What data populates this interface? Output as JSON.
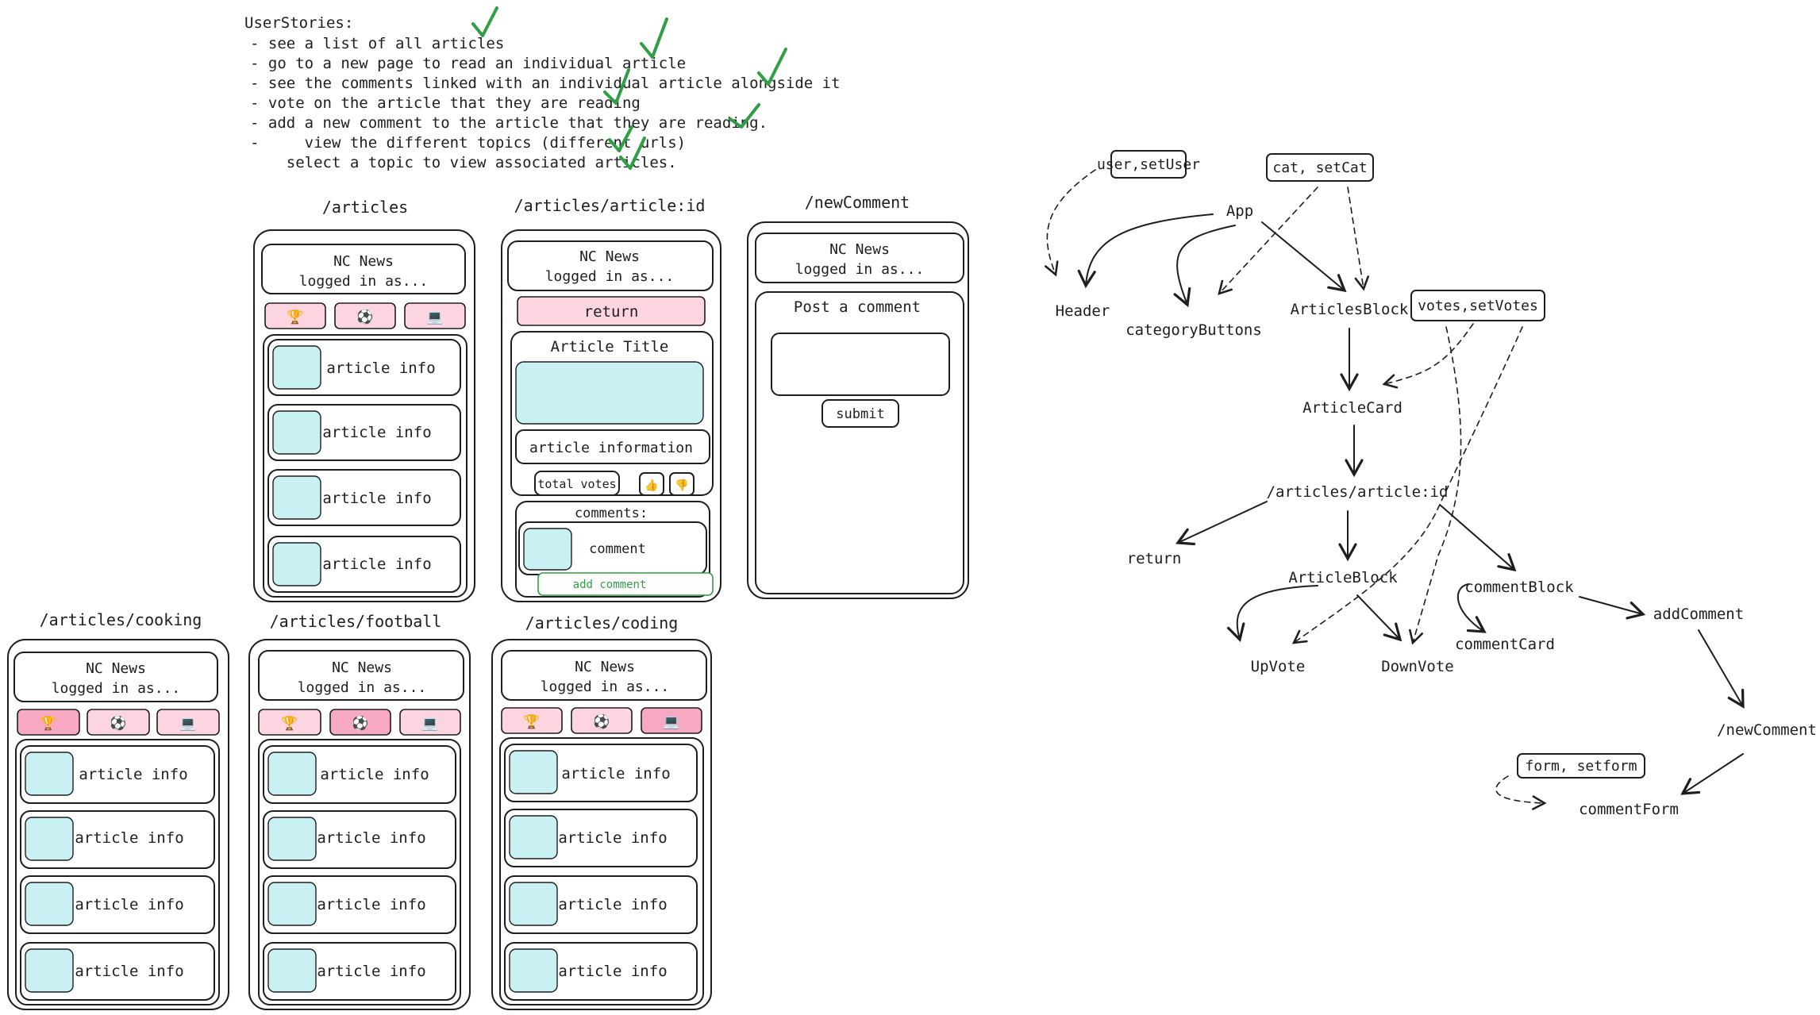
{
  "user_stories": {
    "title": "UserStories:",
    "items": [
      "- see a list of all articles",
      "- go to a new page to read an individual article",
      "- see the comments linked with an individual article alongside it",
      "- vote on the article that they are reading",
      "- add a new comment to the article that they are reading.",
      "-     view the different topics (different urls)",
      "    select a topic to view associated articles."
    ]
  },
  "wireframes": {
    "header_title": "NC News",
    "header_sub": "logged in as...",
    "article_info": "article info",
    "category_icons": [
      "🏆",
      "⚽",
      "💻"
    ],
    "articles_page": {
      "route": "/articles"
    },
    "article_page": {
      "route": "/articles/article:id",
      "return_label": "return",
      "title": "Article Title",
      "information": "article information",
      "total_votes": "total votes",
      "upvote_icon": "👍",
      "downvote_icon": "👎",
      "comments_label": "comments:",
      "comment_label": "comment",
      "add_comment": "add comment"
    },
    "new_comment_page": {
      "route": "/newComment",
      "heading": "Post a comment",
      "submit": "submit"
    },
    "cooking_page": {
      "route": "/articles/cooking"
    },
    "football_page": {
      "route": "/articles/football"
    },
    "coding_page": {
      "route": "/articles/coding"
    }
  },
  "component_tree": {
    "state_user": "user,setUser",
    "state_cat": "cat, setCat",
    "state_votes": "votes,setVotes",
    "state_form": "form, setform",
    "app": "App",
    "header": "Header",
    "category_buttons": "categoryButtons",
    "articles_block": "ArticlesBlock",
    "article_card": "ArticleCard",
    "article_route": "/articles/article:id",
    "return": "return",
    "article_block": "ArticleBlock",
    "comment_block": "commentBlock",
    "upvote": "UpVote",
    "downvote": "DownVote",
    "comment_card": "commentCard",
    "add_comment": "addComment",
    "new_comment": "/newComment",
    "comment_form": "commentForm"
  },
  "colors": {
    "stroke": "#1e1e1e",
    "check": "#2f9e44",
    "pink": "#fcd5e0",
    "pink_active": "#f7a8c3",
    "cyan": "#c9f0f2",
    "add_comment_green": "#2f9e44"
  }
}
